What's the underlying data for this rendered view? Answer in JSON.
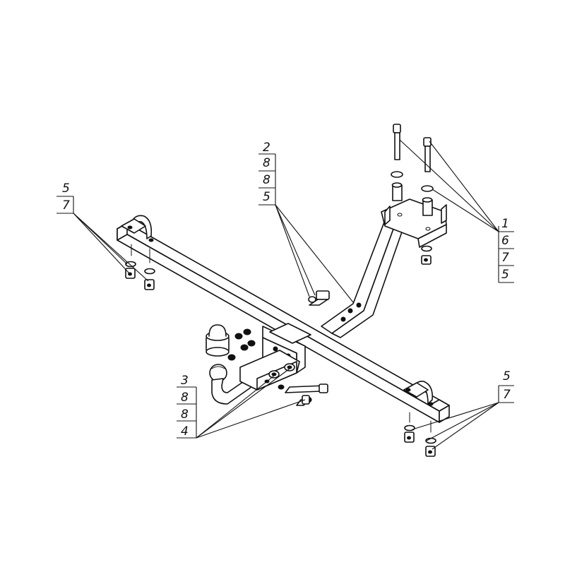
{
  "callouts": {
    "top_left": [
      "5",
      "7"
    ],
    "center_top": [
      "2",
      "8",
      "8",
      "5"
    ],
    "right_top": [
      "1",
      "6",
      "7",
      "5"
    ],
    "bottom_left": [
      "3",
      "8",
      "8",
      "4"
    ],
    "bottom_right": [
      "5",
      "7"
    ]
  },
  "colors": {
    "line": "#111111",
    "background": "#ffffff"
  }
}
